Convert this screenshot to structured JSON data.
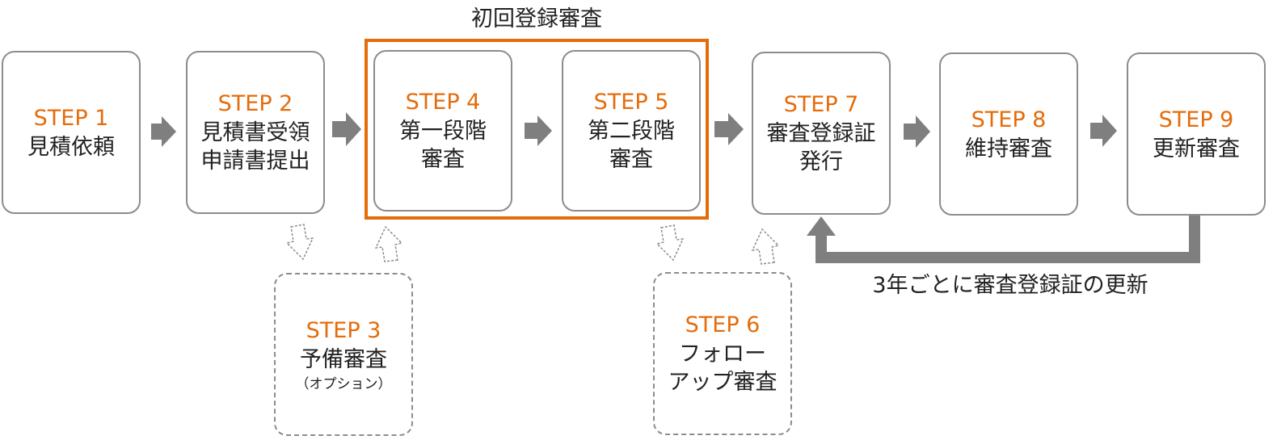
{
  "group": {
    "label": "初回登録審査"
  },
  "steps": [
    {
      "step": "STEP 1",
      "label": "見積依頼"
    },
    {
      "step": "STEP 2",
      "label": "見積書受領\n申請書提出"
    },
    {
      "step": "STEP 3",
      "label": "予備審査",
      "note": "（オプション）"
    },
    {
      "step": "STEP 4",
      "label": "第一段階\n審査"
    },
    {
      "step": "STEP 5",
      "label": "第二段階\n審査"
    },
    {
      "step": "STEP 6",
      "label": "フォロー\nアップ審査"
    },
    {
      "step": "STEP 7",
      "label": "審査登録証\n発行"
    },
    {
      "step": "STEP 8",
      "label": "維持審査"
    },
    {
      "step": "STEP 9",
      "label": "更新審査"
    }
  ],
  "renewal": {
    "label": "3年ごとに審査登録証の更新"
  },
  "colors": {
    "accent": "#e46c0a",
    "border": "#8c8c8c",
    "arrow": "#7f7f7f",
    "text": "#222222"
  }
}
